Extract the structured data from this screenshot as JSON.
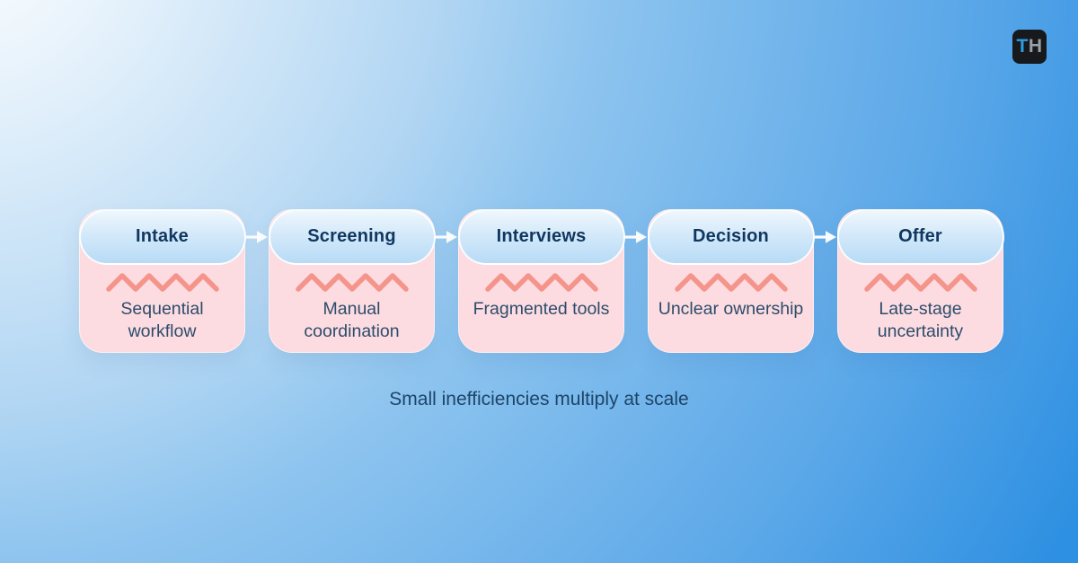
{
  "logo": {
    "letter_primary": "T",
    "letter_secondary": "H"
  },
  "stages": [
    {
      "title": "Intake",
      "subtitle": "Sequential workflow"
    },
    {
      "title": "Screening",
      "subtitle": "Manual coordination"
    },
    {
      "title": "Interviews",
      "subtitle": "Fragmented tools"
    },
    {
      "title": "Decision",
      "subtitle": "Unclear ownership"
    },
    {
      "title": "Offer",
      "subtitle": "Late-stage uncertainty"
    }
  ],
  "caption": "Small inefficiencies multiply at scale",
  "icons": {
    "connector": "arrow-right-icon",
    "inefficiency": "zigzag-icon"
  },
  "colors": {
    "background_start": "#ffffff",
    "background_end": "#2e90e2",
    "card_body": "#fcdce0",
    "card_header_top": "#eff7fd",
    "card_header_bottom": "#b7dbf6",
    "zigzag": "#f4948a",
    "title_text": "#10375f",
    "subtitle_text": "#2d4c6c",
    "caption_text": "#1d4569",
    "arrow": "#ffffff",
    "logo_bg": "#17191d",
    "logo_t": "#2f9be2",
    "logo_h": "#9aa0a6"
  }
}
